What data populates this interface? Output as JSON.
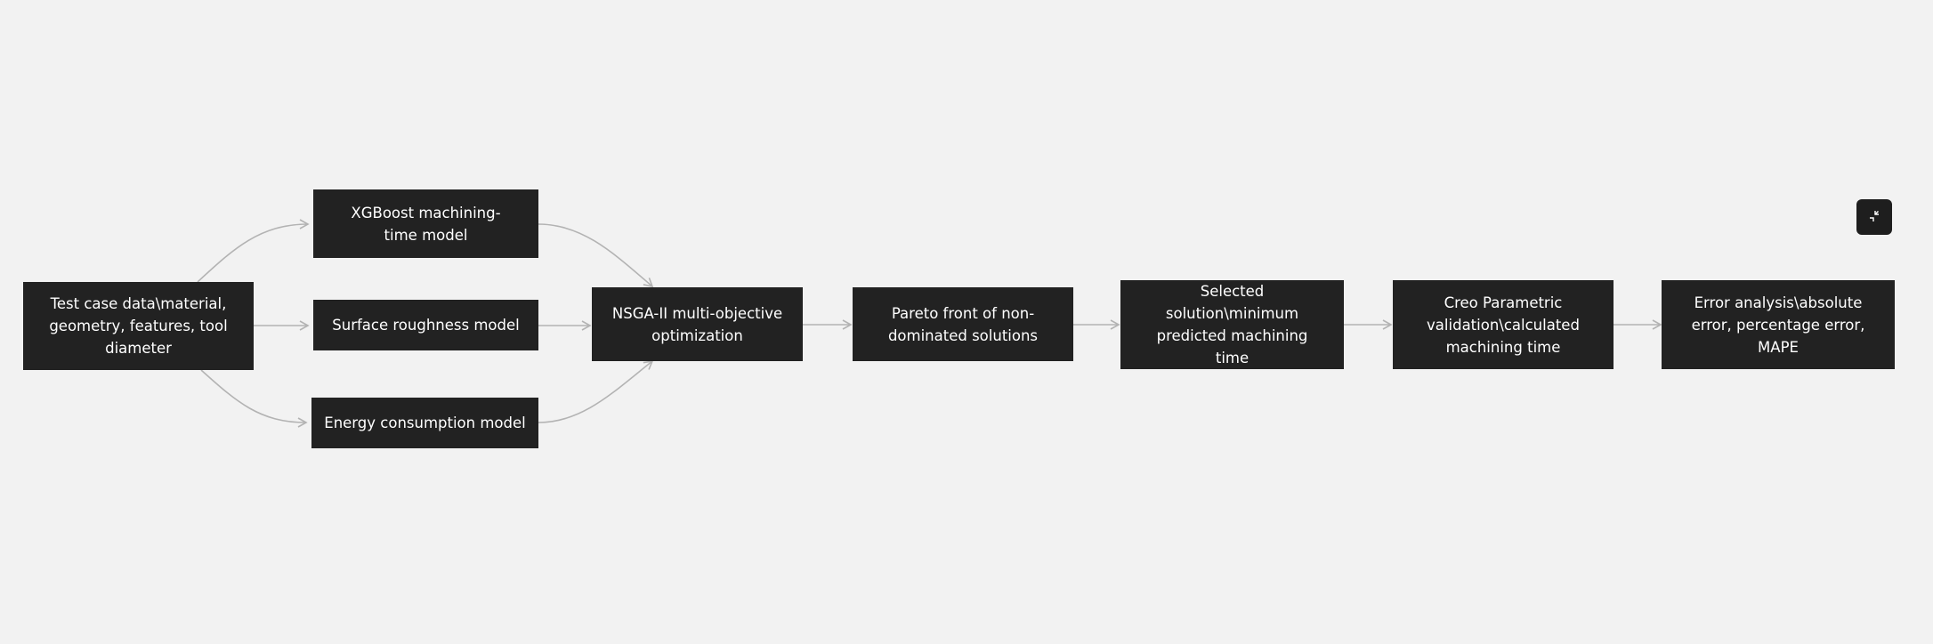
{
  "nodes": {
    "test_case": "Test case data\\material, geometry, features, tool diameter",
    "xgboost": "XGBoost machining-time model",
    "roughness": "Surface roughness model",
    "energy": "Energy consumption model",
    "nsga": "NSGA-II multi-objective optimization",
    "pareto": "Pareto front of non-dominated solutions",
    "selected": "Selected solution\\minimum predicted machining time",
    "creo": "Creo Parametric validation\\calculated machining time",
    "error": "Error analysis\\absolute error, percentage error, MAPE"
  },
  "controls": {
    "collapse_icon": "minimize-icon"
  },
  "colors": {
    "background": "#f2f2f2",
    "node_fill": "#222222",
    "node_text": "#ffffff",
    "edge": "#b3b3b3"
  }
}
